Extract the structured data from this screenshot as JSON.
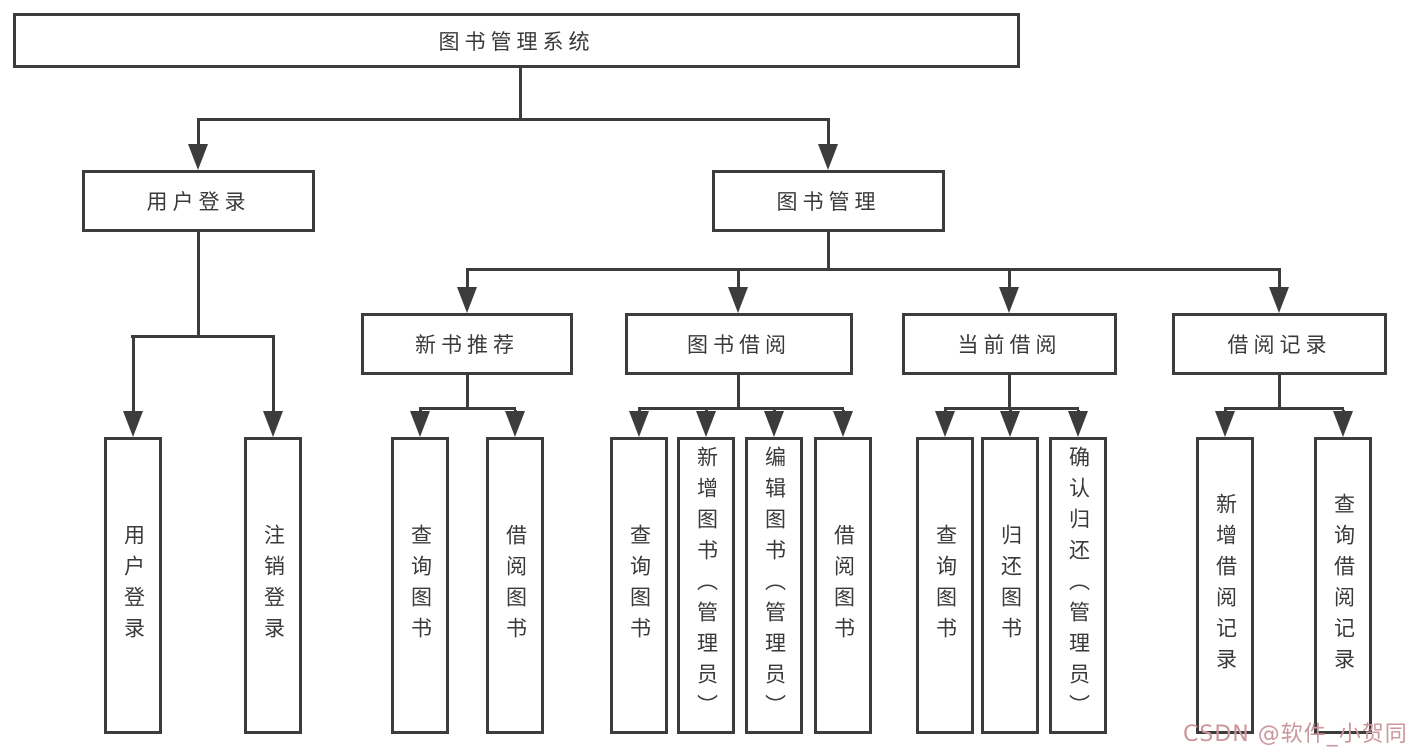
{
  "colors": {
    "line": "#3c3c3c",
    "box_border": "#3c3c3c",
    "text": "#3a3a3a",
    "watermark": "#cb969d",
    "background": "#ffffff"
  },
  "watermark": {
    "text": "CSDN @软件_小贺同学"
  },
  "tree": {
    "root": {
      "label": "图书管理系统"
    },
    "branches": [
      {
        "label": "用户登录",
        "children": [
          {
            "label": "用户登录"
          },
          {
            "label": "注销登录"
          }
        ]
      },
      {
        "label": "图书管理",
        "children": [
          {
            "label": "新书推荐",
            "children": [
              {
                "label": "查询图书"
              },
              {
                "label": "借阅图书"
              }
            ]
          },
          {
            "label": "图书借阅",
            "children": [
              {
                "label": "查询图书"
              },
              {
                "label": "新增图书（管理员）"
              },
              {
                "label": "编辑图书（管理员）"
              },
              {
                "label": "借阅图书"
              }
            ]
          },
          {
            "label": "当前借阅",
            "children": [
              {
                "label": "查询图书"
              },
              {
                "label": "归还图书"
              },
              {
                "label": "确认归还（管理员）"
              }
            ]
          },
          {
            "label": "借阅记录",
            "children": [
              {
                "label": "新增借阅记录"
              },
              {
                "label": "查询借阅记录"
              }
            ]
          }
        ]
      }
    ]
  }
}
